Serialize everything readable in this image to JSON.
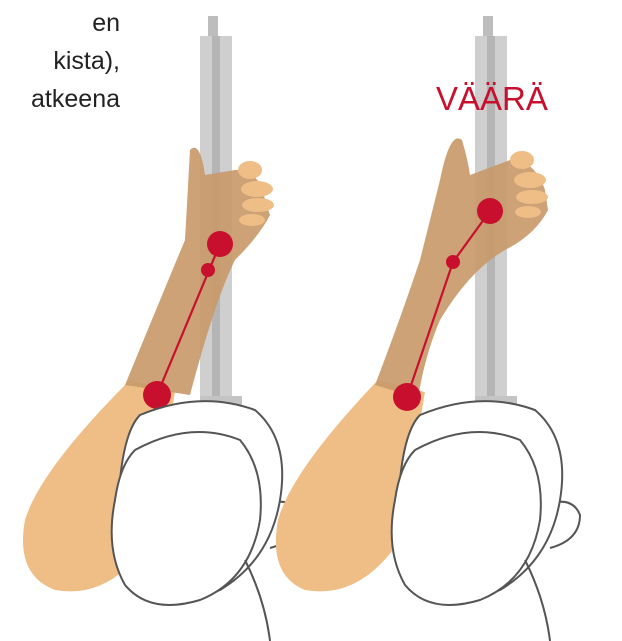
{
  "caption": {
    "lines": [
      "en",
      "kista),",
      "atkeena"
    ]
  },
  "panels": [
    {
      "verdict": ""
    },
    {
      "verdict": "VÄÄRÄ"
    }
  ],
  "colors": {
    "accent": "#c8102e",
    "skin_light": "#efbd86",
    "skin_dark": "#c99a6b",
    "pole": "#c8c8c8",
    "outline": "#555555"
  }
}
